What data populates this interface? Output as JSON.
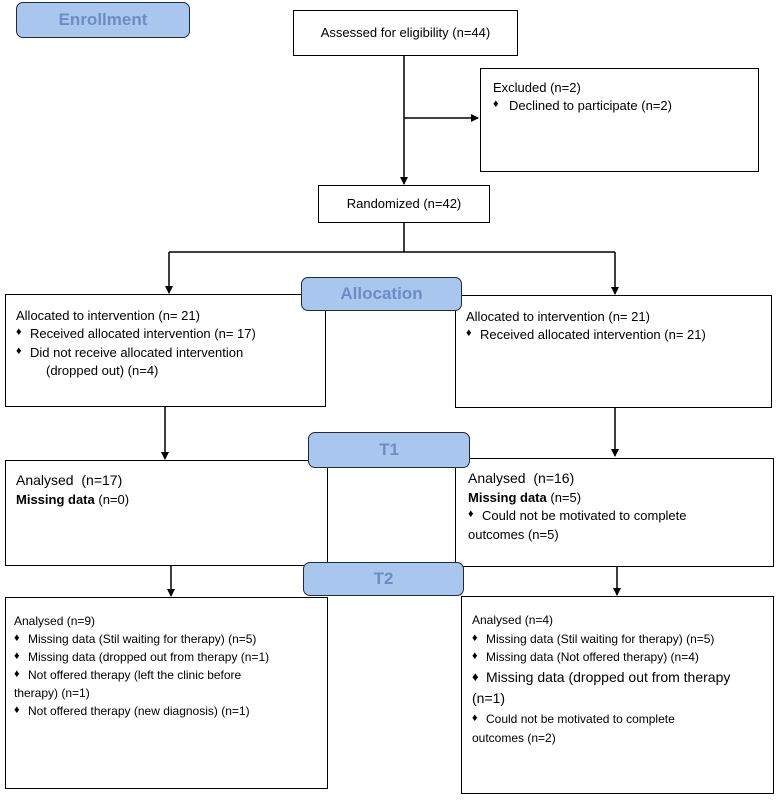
{
  "stages": {
    "enrollment": "Enrollment",
    "allocation": "Allocation",
    "t1": "T1",
    "t2": "T2"
  },
  "assessed": "Assessed for eligibility (n=44)",
  "excluded": {
    "title": "Excluded  (n=2)",
    "items": [
      "Declined to participate (n=2)"
    ]
  },
  "randomized": "Randomized (n=42)",
  "bullet_symbol": "♦",
  "left": {
    "allocation": {
      "title": "Allocated to intervention (n= 21)",
      "item1": "Received allocated intervention (n= 17)",
      "item2a": "Did not receive allocated intervention",
      "item2b": "(dropped out) (n=4)"
    },
    "t1": {
      "analysed_label": "Analysed",
      "analysed_n": "(n=17)",
      "missing_label": "Missing data",
      "missing_n": "(n=0)"
    },
    "t2": {
      "analysed": "Analysed  (n=9)",
      "item1": "Missing data (Stil waiting for therapy) (n=5)",
      "item2": "Missing data (dropped out from therapy (n=1)",
      "item3a": "Not offered therapy (left the clinic before",
      "item3b": "therapy) (n=1)",
      "item4": "Not offered therapy (new diagnosis) (n=1)"
    }
  },
  "right": {
    "allocation": {
      "title": "Allocated to intervention (n= 21)",
      "item1": "Received allocated intervention (n= 21)"
    },
    "t1": {
      "analysed_label": "Analysed",
      "analysed_n": "(n=16)",
      "missing_label": "Missing data",
      "missing_n": "(n=5)",
      "item1a": "Could not be motivated to complete",
      "item1b": "outcomes (n=5)"
    },
    "t2": {
      "analysed": "Analysed  (n=4)",
      "item1": "Missing data (Stil waiting for therapy) (n=5)",
      "item2": "Missing data (Not offered therapy) (n=4)",
      "item3a": "Missing data (dropped out from therapy",
      "item3b": "(n=1)",
      "item4a": "Could not be motivated to complete",
      "item4b": "outcomes (n=2)"
    }
  }
}
